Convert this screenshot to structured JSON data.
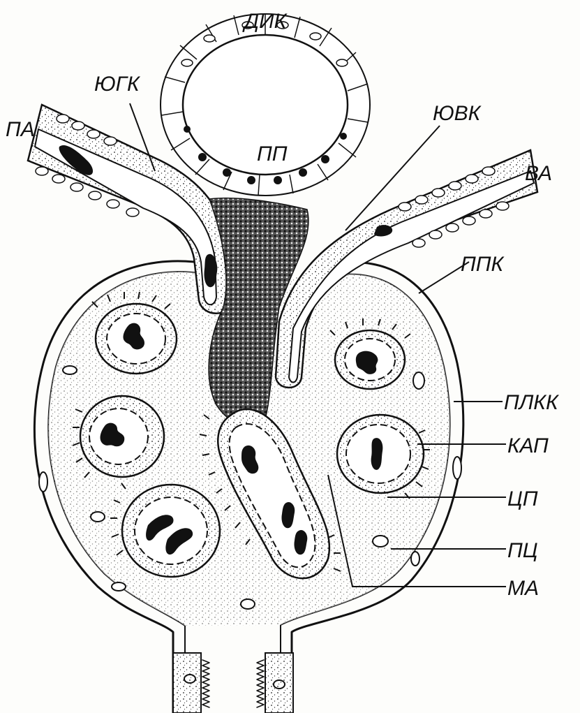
{
  "figure": {
    "labels": {
      "dik": "ДИК",
      "yugk": "ЮГК",
      "pa": "ПА",
      "pp": "ПП",
      "yuvk": "ЮВК",
      "va": "ВА",
      "ppk": "ППК",
      "plkk": "ПЛКК",
      "kap": "КАП",
      "tsp": "ЦП",
      "pts": "ПЦ",
      "ma": "МА"
    }
  }
}
